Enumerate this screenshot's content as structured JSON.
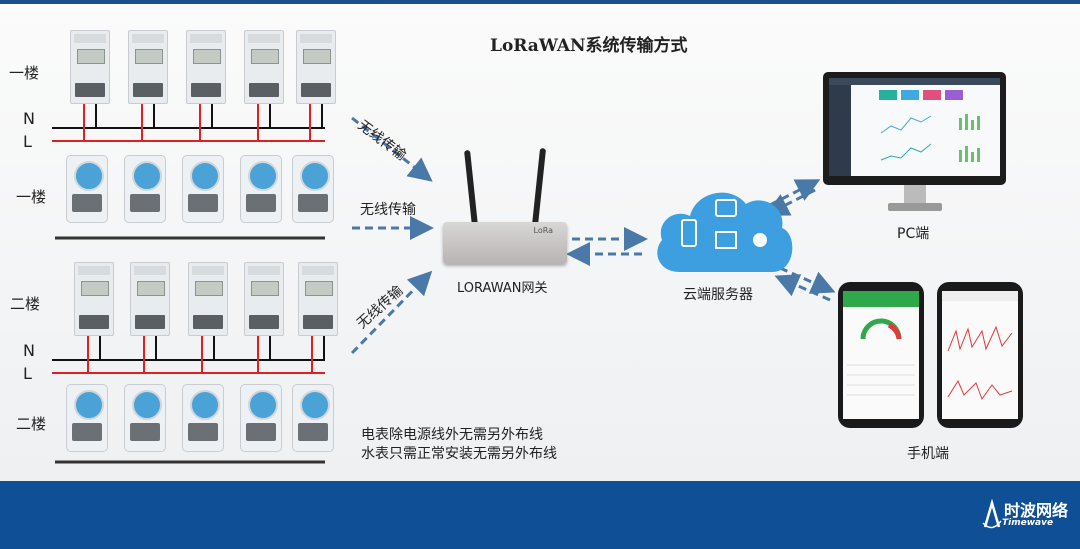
{
  "title": "LoRaWAN系统传输方式",
  "floors": {
    "first": "一楼",
    "second": "二楼"
  },
  "wires": {
    "neutral": "N",
    "live": "L"
  },
  "wireless_labels": [
    "无线传输",
    "无线传输",
    "无线传输"
  ],
  "gateway_label": "LORAWAN网关",
  "gateway_brand": "LoRa",
  "cloud_label": "云端服务器",
  "pc_label": "PC端",
  "mobile_label": "手机端",
  "notes": [
    "电表除电源线外无需另外布线",
    "水表只需正常安装无需另外布线"
  ],
  "logo": {
    "cn": "时波网络",
    "en": "Timewave"
  },
  "colors": {
    "footer": "#0f4f95",
    "arrow": "#4a79a8",
    "live_wire": "#e02020",
    "neutral_wire": "#111111",
    "cloud": "#3d9ee0"
  }
}
